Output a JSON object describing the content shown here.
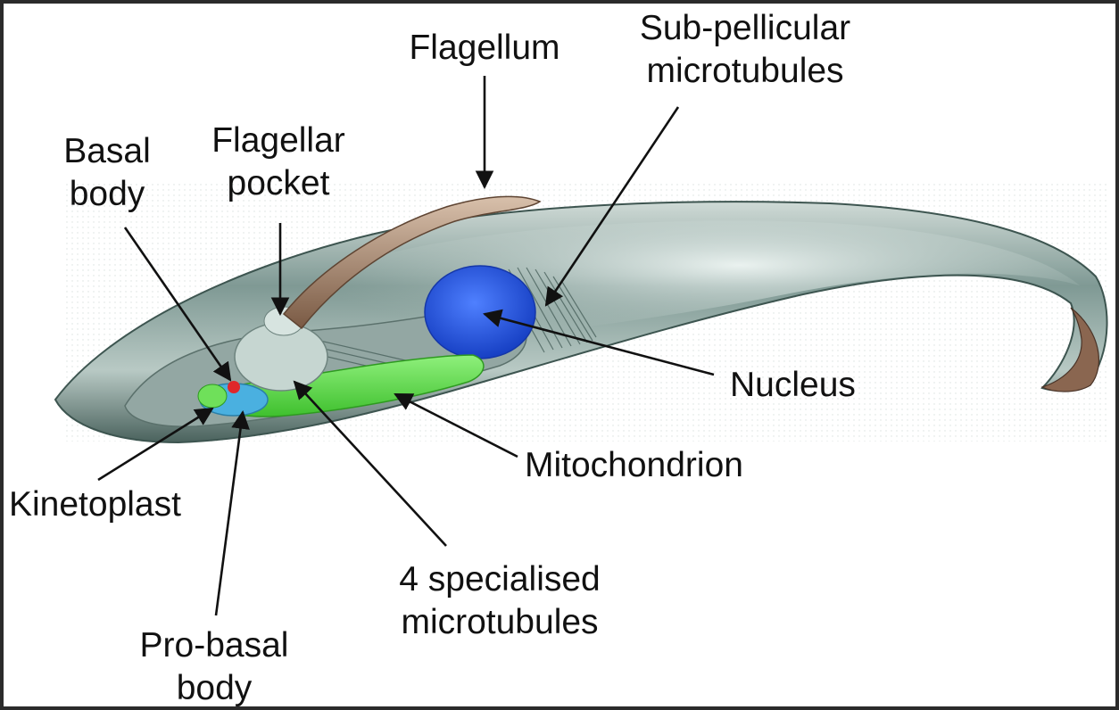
{
  "labels": {
    "flagellum": [
      "Flagellum"
    ],
    "sub_pellicular": [
      "Sub-pellicular",
      "microtubules"
    ],
    "basal_body": [
      "Basal",
      "body"
    ],
    "flagellar_pocket": [
      "Flagellar",
      "pocket"
    ],
    "nucleus": [
      "Nucleus"
    ],
    "mitochondrion": [
      "Mitochondrion"
    ],
    "kinetoplast": [
      "Kinetoplast"
    ],
    "specialised_microtubules": [
      "4 specialised",
      "microtubules"
    ],
    "pro_basal_body": [
      "Pro-basal",
      "body"
    ]
  },
  "colors": {
    "cell_body": "#9fb3ae",
    "cell_highlight": "#eef5f2",
    "cell_edge": "#3d5550",
    "flagellum": "#a98a72",
    "nucleus": "#2456e0",
    "mitochondrion": "#5fe04a",
    "kinetoplast": "#4ab0e0",
    "basal_body": "#e0272a",
    "arrow": "#111111"
  }
}
